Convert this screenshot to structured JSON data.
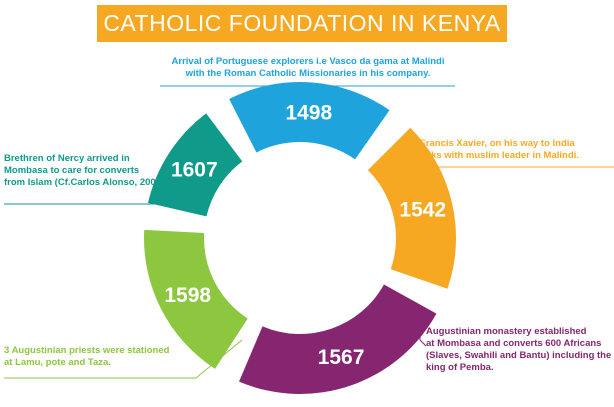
{
  "title": "CATHOLIC FOUNDATION IN KENYA",
  "colors": {
    "title_bg": "#f7a823",
    "blue": "#1fa3dc",
    "orange": "#f7a823",
    "purple": "#862670",
    "green": "#8dc63f",
    "teal": "#0f9a8a"
  },
  "events": [
    {
      "year": "1498",
      "color": "blue",
      "lines": [
        "Arrival of Portuguese explorers i.e Vasco da gama at Malindi",
        "with the Roman Catholic Missionaries in his company."
      ]
    },
    {
      "year": "1542",
      "color": "orange",
      "lines": [
        "Francis Xavier, on his way to India",
        "talks with muslim leader in Malindi."
      ]
    },
    {
      "year": "1567",
      "color": "purple",
      "lines": [
        "Augustinian monastery established",
        "at Mombasa and converts 600 Africans",
        "(Slaves, Swahili and Bantu) including the",
        "king of Pemba."
      ]
    },
    {
      "year": "1598",
      "color": "green",
      "lines": [
        "3 Augustinian priests were stationed",
        "at Lamu, pote and Taza."
      ]
    },
    {
      "year": "1607",
      "color": "teal",
      "lines": [
        "Brethren of Nercy arrived in",
        "Mombasa to care for converts",
        "from Islam (Cf.Carlos Alonso, 2007)"
      ]
    }
  ]
}
